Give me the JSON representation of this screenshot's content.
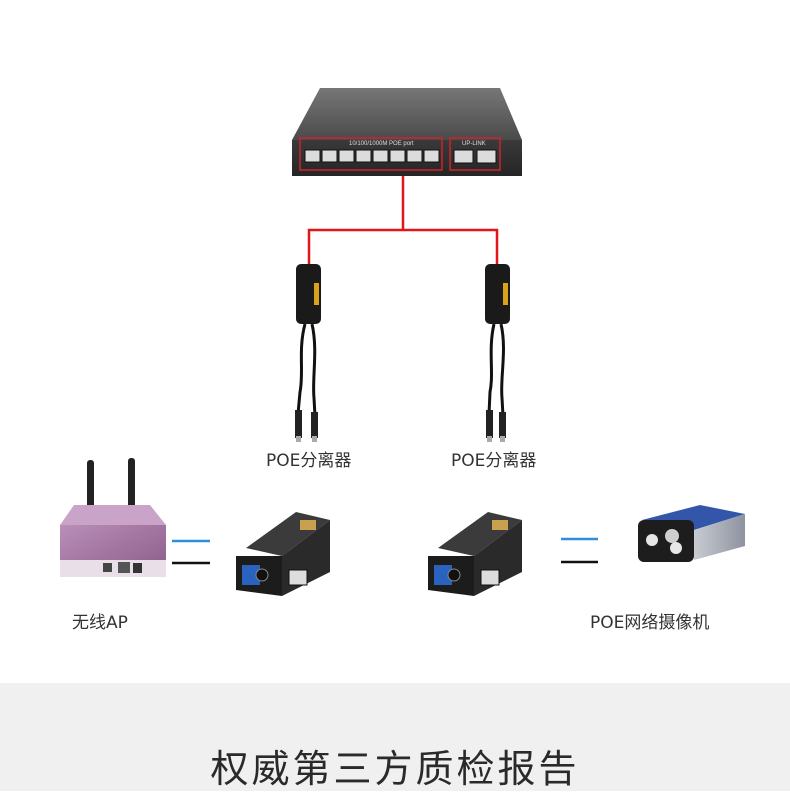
{
  "switch": {
    "port_label": "10/100/1000M POE port",
    "uplink_label": "UP-LINK"
  },
  "splitters": [
    {
      "label": "POE分离器"
    },
    {
      "label": "POE分离器"
    }
  ],
  "devices": {
    "ap_label": "无线AP",
    "camera_label": "POE网络摄像机"
  },
  "footer": {
    "title": "权威第三方质检报告"
  },
  "colors": {
    "poe_line": "#e0161b",
    "fiber_line": "#2f8ee0",
    "copper_line": "#111111",
    "footer_bg": "#f0f0f0"
  }
}
